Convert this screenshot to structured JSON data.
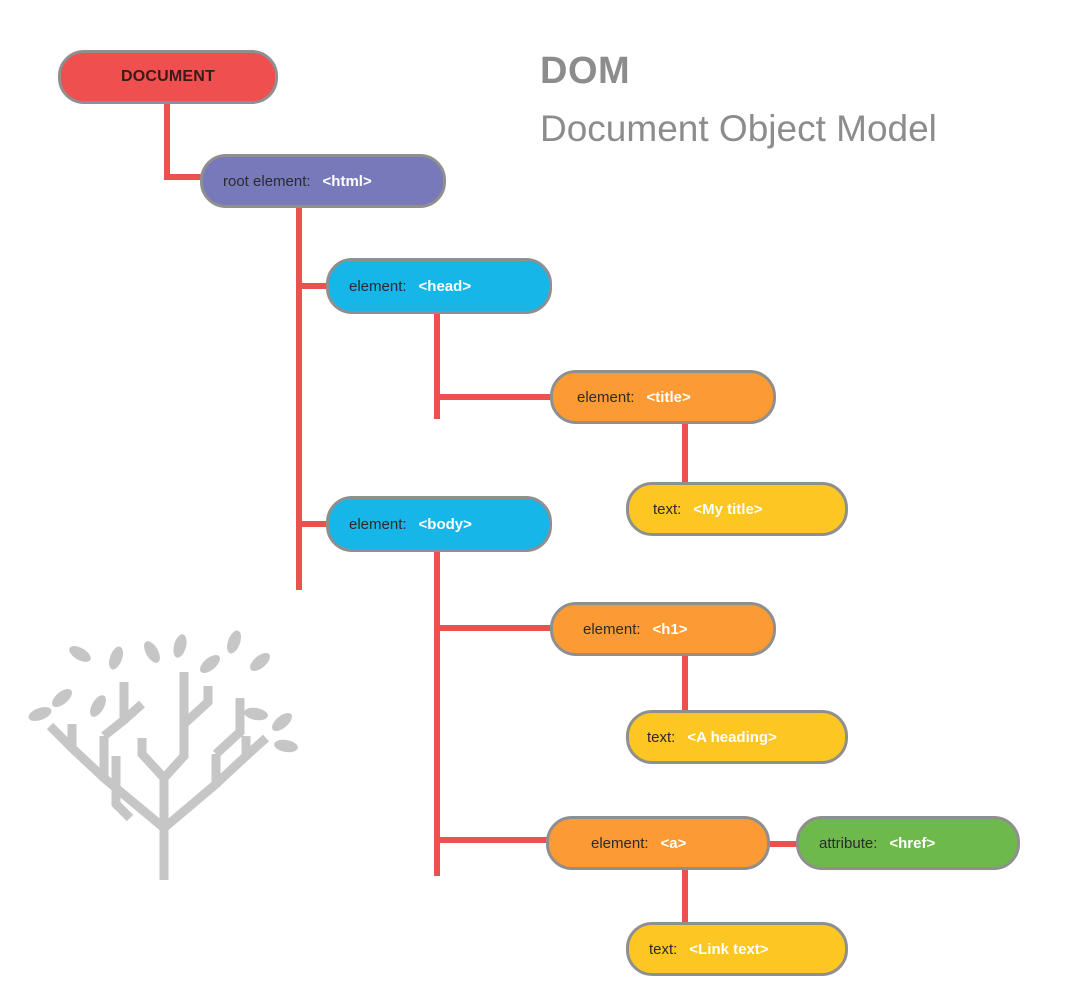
{
  "title": "DOM",
  "subtitle": "Document Object Model",
  "nodes": {
    "document": {
      "label": "DOCUMENT"
    },
    "html": {
      "label": "root element:",
      "tag": "<html>"
    },
    "head": {
      "label": "element:",
      "tag": "<head>"
    },
    "title_el": {
      "label": "element:",
      "tag": "<title>"
    },
    "title_text": {
      "label": "text:",
      "tag": "<My title>"
    },
    "body": {
      "label": "element:",
      "tag": "<body>"
    },
    "h1": {
      "label": "element:",
      "tag": "<h1>"
    },
    "h1_text": {
      "label": "text:",
      "tag": "<A heading>"
    },
    "a": {
      "label": "element:",
      "tag": "<a>"
    },
    "href": {
      "label": "attribute:",
      "tag": "<href>"
    },
    "a_text": {
      "label": "text:",
      "tag": "<Link text>"
    }
  },
  "colors": {
    "connector": "#e9524e",
    "document": "#ef4f4f",
    "root": "#7779bb",
    "element_blue": "#16b6e8",
    "element_orange": "#fc9a33",
    "text": "#fcc623",
    "attribute": "#6eb94c",
    "tree_icon": "#c6c6c6"
  },
  "icons": {
    "decoration": "tree-icon"
  }
}
